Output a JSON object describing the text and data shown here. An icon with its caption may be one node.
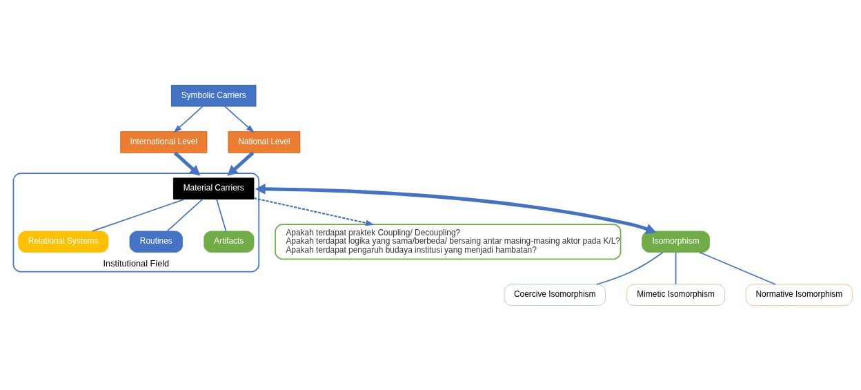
{
  "diagram": {
    "nodes": [
      {
        "text": [
          "Symbolic Carriers"
        ]
      },
      {
        "text": [
          "International Level"
        ]
      },
      {
        "text": [
          "National Level"
        ]
      },
      {
        "text": [
          "Institutional Field"
        ]
      },
      {
        "text": [
          "Material Carriers"
        ],
        "in": 3
      },
      {
        "text": [
          "Relational Systems"
        ],
        "in": 3
      },
      {
        "text": [
          "Routines"
        ],
        "in": 3
      },
      {
        "text": [
          "Artifacts"
        ],
        "in": 3
      },
      {
        "text": [
          "Apakah terdapat praktek Coupling/ Decoupling?",
          "Apakah terdapat logika yang sama/berbeda/ bersaing antar masing-masing aktor pada K/L?",
          "Apakah terdapat pengaruh budaya institusi yang menjadi hambatan?"
        ]
      },
      {
        "text": [
          "Isomorphism"
        ]
      },
      {
        "text": [
          "Coercive Isomorphism"
        ]
      },
      {
        "text": [
          "Mimetic Isomorphism"
        ]
      },
      {
        "text": [
          "Normative Isomorphism"
        ]
      }
    ],
    "edges": [
      {
        "from": 0,
        "to": 1,
        "arrow": "to"
      },
      {
        "from": 0,
        "to": 2,
        "arrow": "to"
      },
      {
        "from": 1,
        "to": 3,
        "arrow": "to",
        "style": "thick"
      },
      {
        "from": 2,
        "to": 3,
        "arrow": "to",
        "style": "thick"
      },
      {
        "from": 4,
        "to": 8,
        "arrow": "to",
        "style": "dashed"
      },
      {
        "from": 4,
        "to": 5,
        "arrow": "none"
      },
      {
        "from": 4,
        "to": 6,
        "arrow": "none"
      },
      {
        "from": 4,
        "to": 7,
        "arrow": "none"
      },
      {
        "from": 3,
        "to": 9,
        "arrow": "both",
        "style": "thick"
      },
      {
        "from": 9,
        "to": 10,
        "arrow": "none"
      },
      {
        "from": 9,
        "to": 11,
        "arrow": "none"
      },
      {
        "from": 9,
        "to": 12,
        "arrow": "none"
      }
    ]
  }
}
